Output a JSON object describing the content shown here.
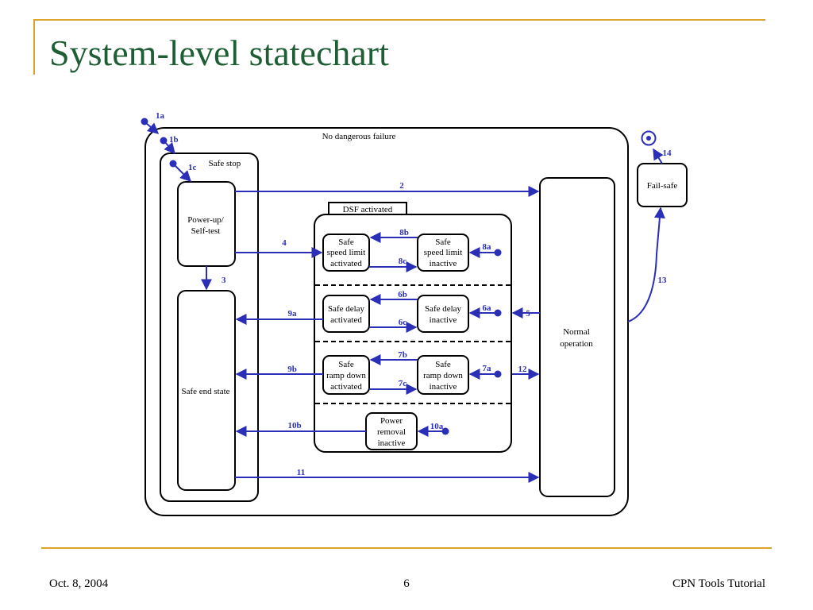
{
  "slide": {
    "title": "System-level statechart",
    "footer_date": "Oct. 8, 2004",
    "page_number": "6",
    "footer_right": "CPN Tools Tutorial"
  },
  "diagram": {
    "states": {
      "no_dangerous_failure": "No dangerous failure",
      "safe_stop": "Safe stop",
      "power_up": [
        "Power-up/",
        "Self-test"
      ],
      "safe_end": "Safe end state",
      "dsf_activated": "DSF activated",
      "ssl_activated": [
        "Safe",
        "speed limit",
        "activated"
      ],
      "ssl_inactive": [
        "Safe",
        "speed limit",
        "inactive"
      ],
      "sd_activated": [
        "Safe delay",
        "activated"
      ],
      "sd_inactive": [
        "Safe delay",
        "inactive"
      ],
      "srd_activated": [
        "Safe",
        "ramp down",
        "activated"
      ],
      "srd_inactive": [
        "Safe",
        "ramp down",
        "inactive"
      ],
      "power_removal": [
        "Power",
        "removal",
        "inactive"
      ],
      "normal": [
        "Normal",
        "operation"
      ],
      "fail_safe": "Fail-safe"
    },
    "transitions": {
      "t1a": "1a",
      "t1b": "1b",
      "t1c": "1c",
      "t2": "2",
      "t3": "3",
      "t4": "4",
      "t5": "5",
      "t6a": "6a",
      "t6b": "6b",
      "t6c": "6c",
      "t7a": "7a",
      "t7b": "7b",
      "t7c": "7c",
      "t8a": "8a",
      "t8b": "8b",
      "t8c": "8c",
      "t9a": "9a",
      "t9b": "9b",
      "t10a": "10a",
      "t10b": "10b",
      "t11": "11",
      "t12": "12",
      "t13": "13",
      "t14": "14"
    },
    "colors": {
      "transition": "#2b2fb8",
      "title": "#1f5e34",
      "accent_bar": "#d9a42a"
    }
  }
}
